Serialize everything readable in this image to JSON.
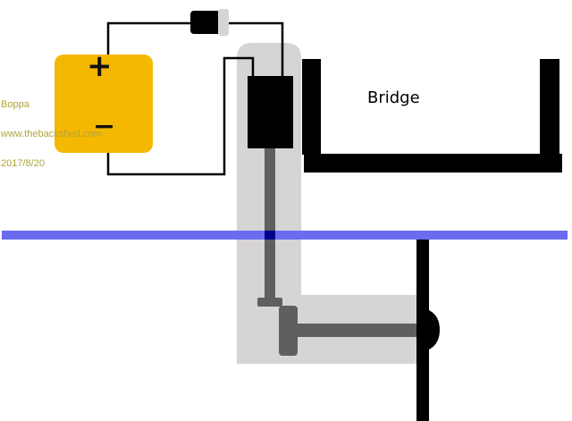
{
  "diagram": {
    "bridge_label": "Bridge",
    "battery": {
      "positive_symbol": "+",
      "negative_symbol": "−",
      "color": "#f5b800"
    },
    "watermark": {
      "line1": "Boppa",
      "line2": "www.thebackshed.com",
      "line3": "2017/8/20"
    },
    "colors": {
      "water_line": "#6b6bef",
      "highlight": "#d6d4d5",
      "rod": "#5f5f5f",
      "wire": "#000000"
    }
  }
}
